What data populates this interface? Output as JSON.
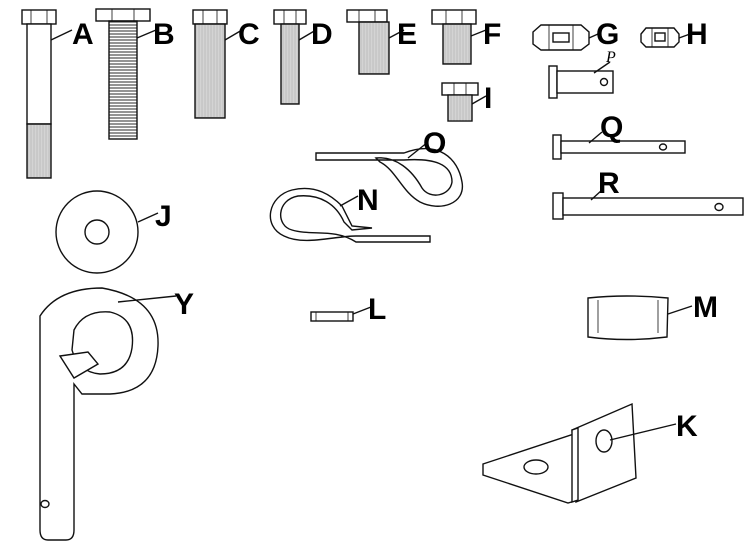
{
  "diagram": {
    "parts": [
      {
        "key": "A",
        "label": "A"
      },
      {
        "key": "B",
        "label": "B"
      },
      {
        "key": "C",
        "label": "C"
      },
      {
        "key": "D",
        "label": "D"
      },
      {
        "key": "E",
        "label": "E"
      },
      {
        "key": "F",
        "label": "F"
      },
      {
        "key": "G",
        "label": "G"
      },
      {
        "key": "H",
        "label": "H"
      },
      {
        "key": "I",
        "label": "I"
      },
      {
        "key": "J",
        "label": "J"
      },
      {
        "key": "K",
        "label": "K"
      },
      {
        "key": "L",
        "label": "L"
      },
      {
        "key": "M",
        "label": "M"
      },
      {
        "key": "N",
        "label": "N"
      },
      {
        "key": "O",
        "label": "O"
      },
      {
        "key": "P",
        "label": "P"
      },
      {
        "key": "Q",
        "label": "Q"
      },
      {
        "key": "R",
        "label": "R"
      },
      {
        "key": "Y",
        "label": "Y"
      }
    ]
  },
  "labels": {
    "A": "A",
    "B": "B",
    "C": "C",
    "D": "D",
    "E": "E",
    "F": "F",
    "G": "G",
    "H": "H",
    "I": "I",
    "J": "J",
    "K": "K",
    "L": "L",
    "M": "M",
    "N": "N",
    "O": "O",
    "P": "P",
    "Q": "Q",
    "R": "R",
    "Y": "Y"
  }
}
